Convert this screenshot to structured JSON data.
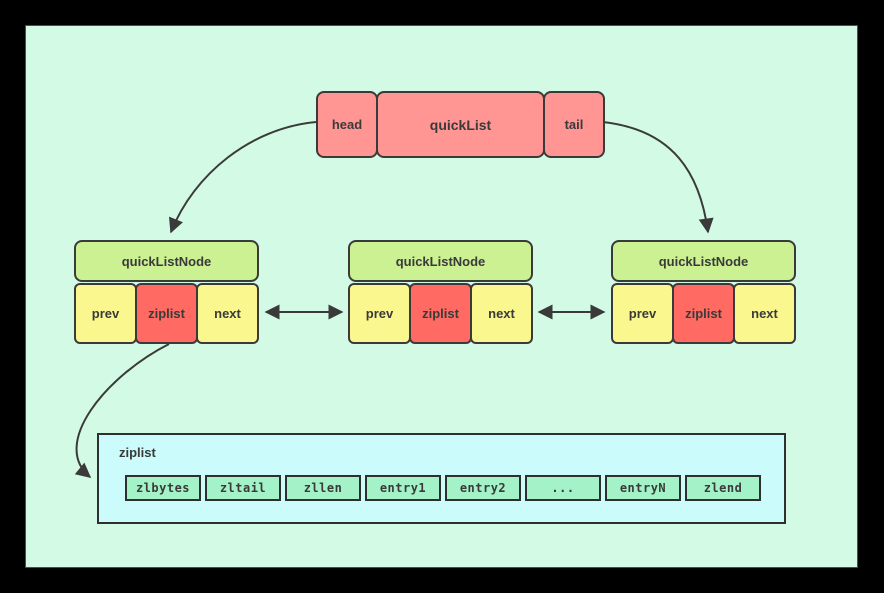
{
  "colors": {
    "background": "#d2fae5",
    "frame": "#000000",
    "line": "#3a3a3a",
    "quicklist_fill": "#ff9693",
    "node_header_fill": "#cbf193",
    "cell_yellow": "#faf78f",
    "cell_red": "#ff6b63",
    "ziplist_box_fill": "#ccfbfc",
    "ziplist_cell_fill": "#a4f2c7"
  },
  "quicklist": {
    "head": "head",
    "title": "quickList",
    "tail": "tail"
  },
  "nodes": [
    {
      "title": "quickListNode",
      "prev": "prev",
      "ziplist": "ziplist",
      "next": "next"
    },
    {
      "title": "quickListNode",
      "prev": "prev",
      "ziplist": "ziplist",
      "next": "next"
    },
    {
      "title": "quickListNode",
      "prev": "prev",
      "ziplist": "ziplist",
      "next": "next"
    }
  ],
  "ziplist": {
    "title": "ziplist",
    "cells": [
      "zlbytes",
      "zltail",
      "zllen",
      "entry1",
      "entry2",
      "...",
      "entryN",
      "zlend"
    ]
  }
}
